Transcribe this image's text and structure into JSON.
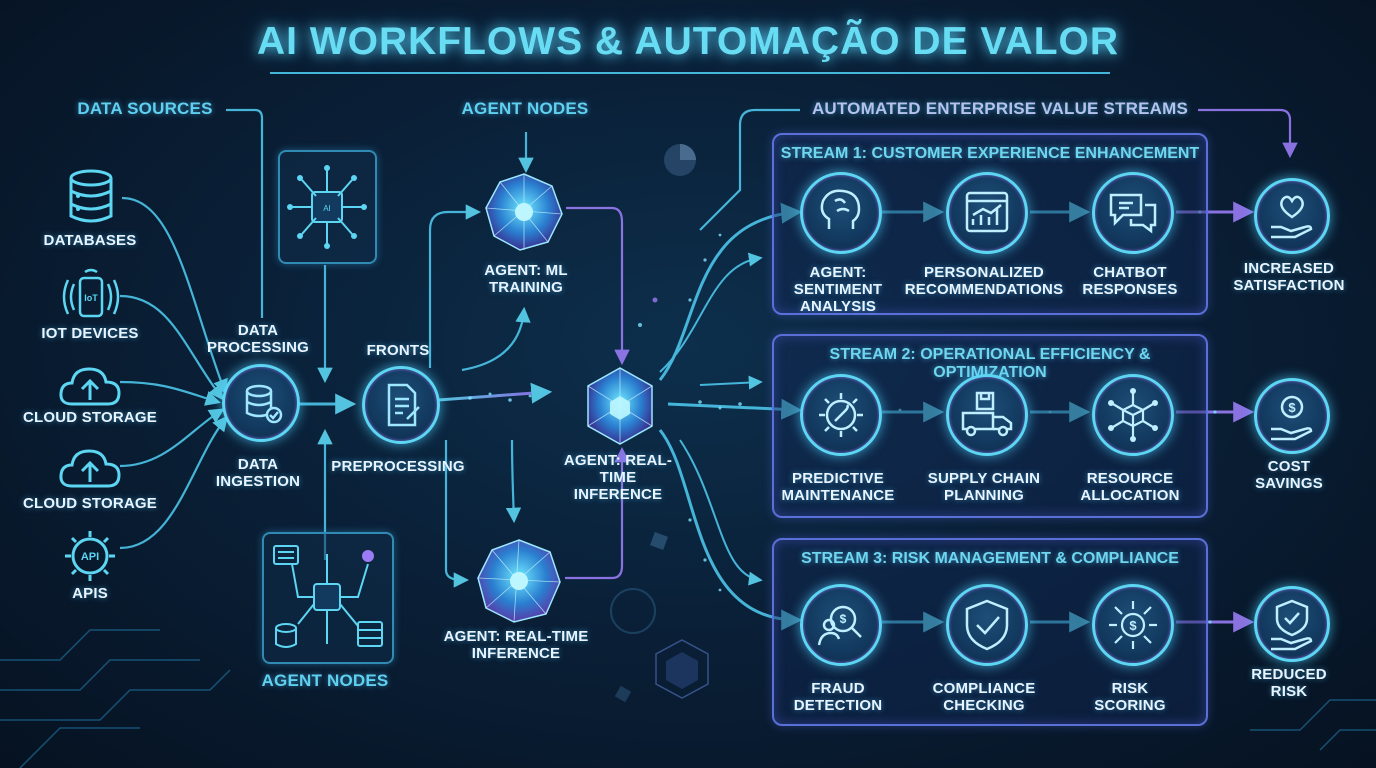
{
  "title": "AI WORKFLOWS & AUTOMAÇÃO DE VALOR",
  "headers": {
    "data_sources": "DATA SOURCES",
    "agent_nodes_top": "AGENT NODES",
    "value_streams": "AUTOMATED ENTERPRISE VALUE STREAMS",
    "agent_nodes_bottom": "AGENT NODES"
  },
  "sources": [
    {
      "label": "DATABASES",
      "icon": "database-icon"
    },
    {
      "label": "IoT DEVICES",
      "icon": "iot-device-icon"
    },
    {
      "label": "CLOUD STORAGE",
      "icon": "cloud-upload-icon"
    },
    {
      "label": "CLOUD STORAGE",
      "icon": "cloud-upload-icon"
    },
    {
      "label": "APIs",
      "icon": "api-gear-icon"
    }
  ],
  "pipeline": {
    "data_processing": "DATA PROCESSING",
    "data_ingestion": "DATA INGESTION",
    "fronts": "FRONTS",
    "preprocessing": "PREPROCESSING",
    "agent_ml_training": "AGENT: ML TRAINING",
    "agent_center": "AGENT: REAL-TIME INFERENCE",
    "agent_bottom": "AGENT: REAL-TIME INFERENCE"
  },
  "streams": [
    {
      "title": "STREAM 1: CUSTOMER EXPERIENCE ENHANCEMENT",
      "steps": [
        {
          "label": "AGENT: SENTIMENT ANALYSIS",
          "icon": "brain-icon"
        },
        {
          "label": "PERSONALIZED RECOMMENDATIONS",
          "icon": "chart-window-icon"
        },
        {
          "label": "CHATBOT RESPONSES",
          "icon": "chat-bubbles-icon"
        }
      ],
      "outcome": {
        "label": "INCREASED SATISFACTION",
        "icon": "heart-hand-icon"
      }
    },
    {
      "title": "STREAM 2: OPERATIONAL EFFICIENCY & OPTIMIZATION",
      "steps": [
        {
          "label": "PREDICTIVE MAINTENANCE",
          "icon": "gear-wrench-icon"
        },
        {
          "label": "SUPPLY CHAIN PLANNING",
          "icon": "truck-icon"
        },
        {
          "label": "RESOURCE ALLOCATION",
          "icon": "network-cube-icon"
        }
      ],
      "outcome": {
        "label": "COST SAVINGS",
        "icon": "money-hand-icon"
      }
    },
    {
      "title": "STREAM 3: RISK MANAGEMENT & COMPLIANCE",
      "steps": [
        {
          "label": "FRAUD DETECTION",
          "icon": "fraud-search-icon"
        },
        {
          "label": "COMPLIANCE CHECKING",
          "icon": "shield-check-icon"
        },
        {
          "label": "RISK SCORING",
          "icon": "risk-dollar-icon"
        }
      ],
      "outcome": {
        "label": "REDUCED RISK",
        "icon": "shield-hand-icon"
      }
    }
  ],
  "colors": {
    "cyan": "#5cd6f2",
    "purple": "#8a6cf0",
    "panel_border": "#5a6fd8",
    "background": "#0a2038"
  }
}
